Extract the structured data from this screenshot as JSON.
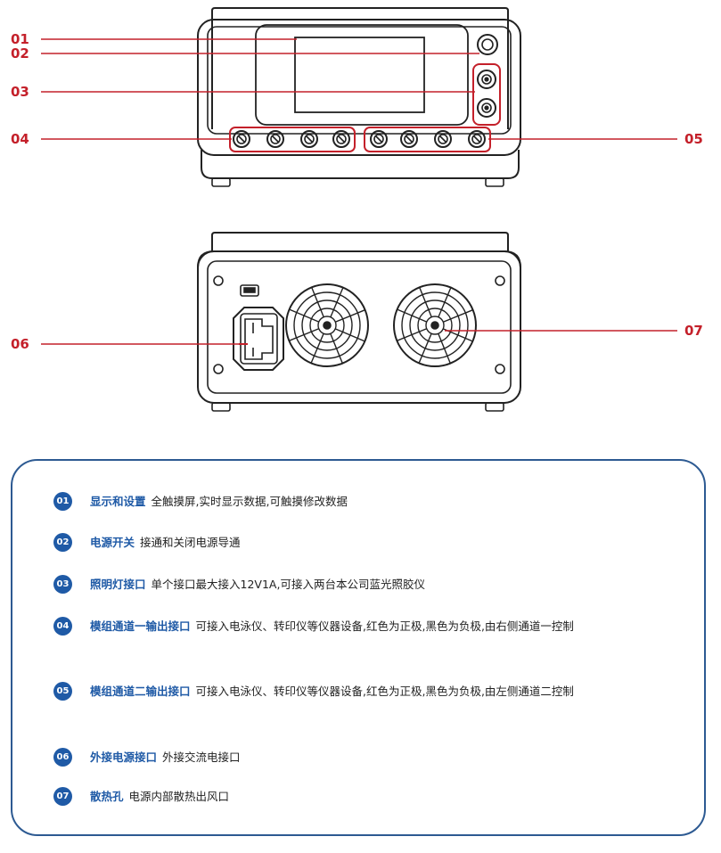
{
  "callouts": [
    {
      "num": "01"
    },
    {
      "num": "02"
    },
    {
      "num": "03"
    },
    {
      "num": "04"
    },
    {
      "num": "05"
    },
    {
      "num": "06"
    },
    {
      "num": "07"
    }
  ],
  "legend": [
    {
      "num": "01",
      "title": "显示和设置",
      "desc": "全触摸屏,实时显示数据,可触摸修改数据"
    },
    {
      "num": "02",
      "title": "电源开关",
      "desc": "接通和关闭电源导通"
    },
    {
      "num": "03",
      "title": "照明灯接口",
      "desc": "单个接口最大接入12V1A,可接入两台本公司蓝光照胶仪"
    },
    {
      "num": "04",
      "title": "模组通道一输出接口",
      "desc": "可接入电泳仪、转印仪等仪器设备,红色为正极,黑色为负极,由右侧通道一控制"
    },
    {
      "num": "05",
      "title": "模组通道二输出接口",
      "desc": "可接入电泳仪、转印仪等仪器设备,红色为正极,黑色为负极,由左侧通道二控制"
    },
    {
      "num": "06",
      "title": "外接电源接口",
      "desc": "外接交流电接口"
    },
    {
      "num": "07",
      "title": "散热孔",
      "desc": "电源内部散热出风口"
    }
  ],
  "colors": {
    "accent": "#c4202a",
    "brand": "#1f5aa6",
    "outline": "#222222"
  }
}
